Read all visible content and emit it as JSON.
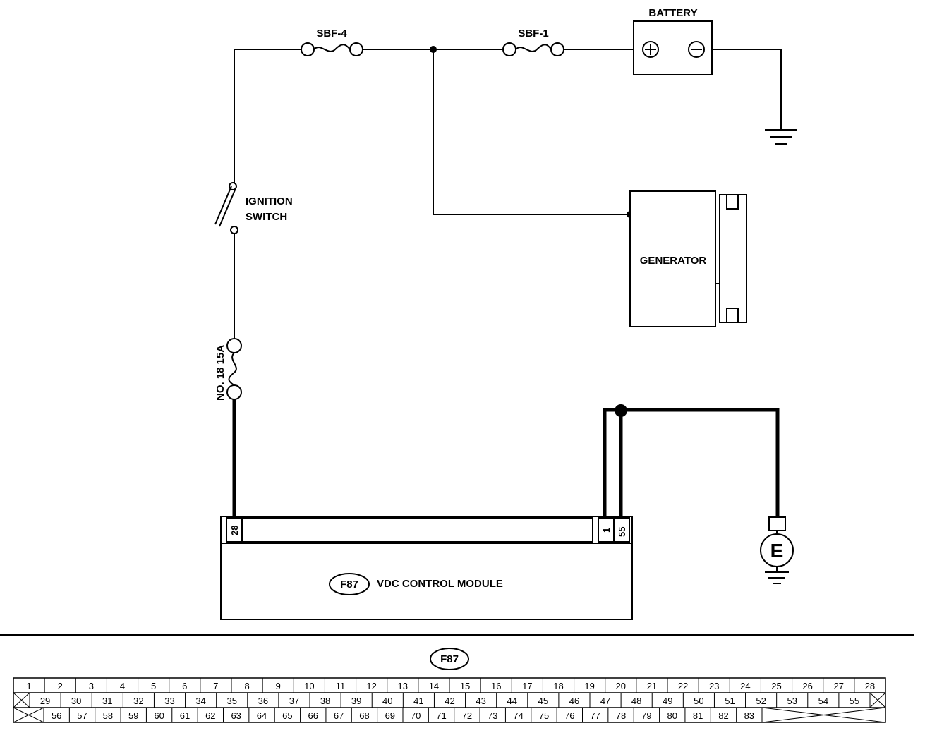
{
  "labels": {
    "battery": "BATTERY",
    "sbf4": "SBF-4",
    "sbf1": "SBF-1",
    "ignition_line1": "IGNITION",
    "ignition_line2": "SWITCH",
    "generator": "GENERATOR",
    "fuse_no18": "NO. 18 15A",
    "module_tag": "F87",
    "module_name": "VDC CONTROL MODULE",
    "pin_28": "28",
    "pin_1": "1",
    "pin_55": "55",
    "ground_E": "E",
    "connector_tag": "F87"
  },
  "connector": {
    "row1": [
      "1",
      "2",
      "3",
      "4",
      "5",
      "6",
      "7",
      "8",
      "9",
      "10",
      "11",
      "12",
      "13",
      "14",
      "15",
      "16",
      "17",
      "18",
      "19",
      "20",
      "21",
      "22",
      "23",
      "24",
      "25",
      "26",
      "27",
      "28"
    ],
    "row2": [
      "29",
      "30",
      "31",
      "32",
      "33",
      "34",
      "35",
      "36",
      "37",
      "38",
      "39",
      "40",
      "41",
      "42",
      "43",
      "44",
      "45",
      "46",
      "47",
      "48",
      "49",
      "50",
      "51",
      "52",
      "53",
      "54",
      "55"
    ],
    "row3": [
      "56",
      "57",
      "58",
      "59",
      "60",
      "61",
      "62",
      "63",
      "64",
      "65",
      "66",
      "67",
      "68",
      "69",
      "70",
      "71",
      "72",
      "73",
      "74",
      "75",
      "76",
      "77",
      "78",
      "79",
      "80",
      "81",
      "82",
      "83"
    ]
  }
}
